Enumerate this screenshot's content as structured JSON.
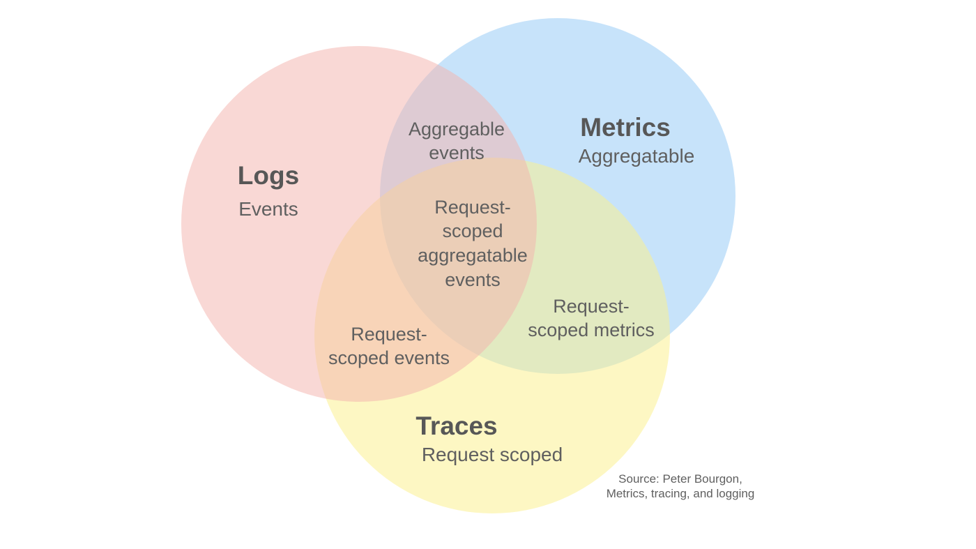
{
  "colors": {
    "logs": "#f4b4ae",
    "metrics": "#93c9f6",
    "traces": "#fbef8c",
    "text": "#5f5f5f"
  },
  "sets": {
    "logs": {
      "title": "Logs",
      "subtitle": "Events"
    },
    "metrics": {
      "title": "Metrics",
      "subtitle": "Aggregatable"
    },
    "traces": {
      "title": "Traces",
      "subtitle": "Request scoped"
    }
  },
  "intersections": {
    "logs_metrics": [
      "Aggregable",
      "events"
    ],
    "logs_traces": [
      "Request-",
      "scoped events"
    ],
    "metrics_traces": [
      "Request-",
      "scoped metrics"
    ],
    "all_three": [
      "Request-",
      "scoped",
      "aggregatable",
      "events"
    ]
  },
  "source": [
    "Source: Peter Bourgon,",
    "Metrics, tracing, and logging"
  ]
}
